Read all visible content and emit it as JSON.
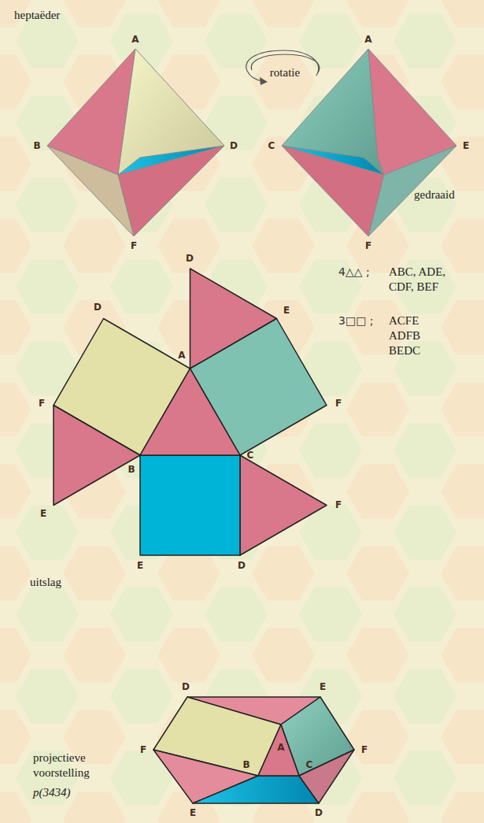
{
  "diagram": {
    "labels": [
      "heptaëder",
      "A",
      "rotatie",
      "A",
      "B",
      "C",
      "D",
      "E",
      "gedraaid",
      "F",
      "F",
      "D",
      "D",
      "4△△ ;",
      "ABC, ADE, CDF, BEF",
      "E",
      "3□□ ;",
      "ACFE ADFB BEDC",
      "A",
      "F",
      "F",
      "B",
      "C",
      "E",
      "F",
      "uitslag",
      "E",
      "D",
      "D",
      "E",
      "A",
      "F",
      "B",
      "C",
      "F",
      "projectieve voorstelling",
      "p(3434)",
      "E",
      "D"
    ]
  }
}
